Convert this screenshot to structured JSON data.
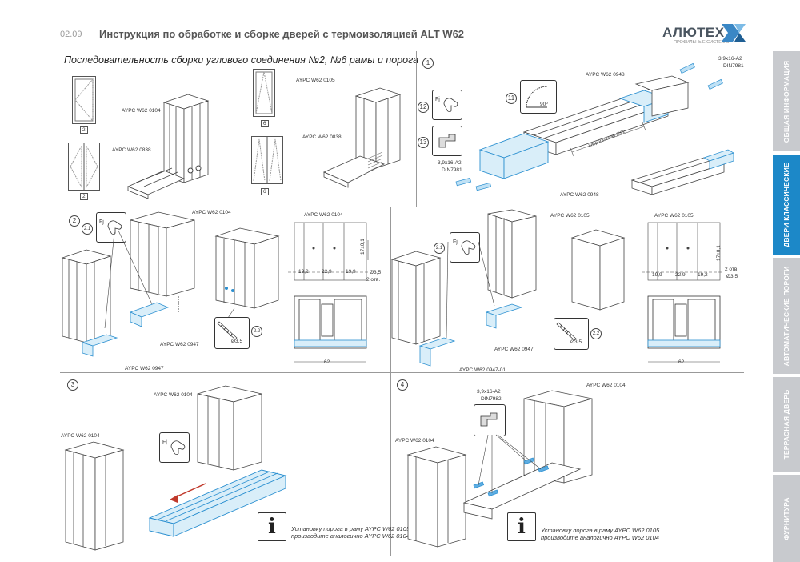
{
  "header": {
    "page": "02.09",
    "title": "Инструкция по обработке и сборке дверей с термоизоляцией ALT W62",
    "logo": "АЛЮТЕХ",
    "logo_sub": "ПРОФИЛЬНЫЕ СИСТЕМЫ"
  },
  "tabs": [
    {
      "label": "ОБЩАЯ ИНФОРМАЦИЯ",
      "color": "#c8cace"
    },
    {
      "label": "ДВЕРИ КЛАССИЧЕСКИЕ",
      "color": "#1c88c8"
    },
    {
      "label": "АВТОМАТИЧЕСКИЕ ПОРОГИ",
      "color": "#c8cace"
    },
    {
      "label": "ТЕРРАСНАЯ ДВЕРЬ",
      "color": "#c8cace"
    },
    {
      "label": "ФУРНИТУРА",
      "color": "#c8cace"
    }
  ],
  "section_title": "Последовательность сборки углового соединения №2, №6 рамы и порога",
  "steps": {
    "s1": "1",
    "s2": "2",
    "s3": "3",
    "s4": "4",
    "s21": "2.1",
    "s21b": "2.1",
    "s22": "2.2",
    "s22b": "2.2",
    "s11": "11",
    "s12": "12",
    "s13": "13"
  },
  "window_ids": {
    "a": "2",
    "b": "2",
    "c": "6",
    "d": "6"
  },
  "labels": {
    "p0104": "AYPC W62 0104",
    "p0838": "AYPC W62 0838",
    "p0105": "AYPC W62 0105",
    "p0948": "AYPC W62 0948",
    "p0947": "AYPC W62 0947",
    "p0947_01": "AYPC W62 0947-01",
    "screw1": "3,9х16-A2",
    "din1": "DIN7981",
    "screw2": "3,9х16-A2",
    "din2": "DIN7981",
    "screw3": "3,9х16-A2",
    "din3": "DIN7982",
    "angle": "90º",
    "length": "Lпорога=Lнар-2*62",
    "fj": "Fj"
  },
  "dims": {
    "d192": "19,2",
    "d229": "22,9",
    "d199": "19,9",
    "d17": "17±0,1",
    "d35": "Ø3,5",
    "d2otv": "2 отв.",
    "d62": "62",
    "drill": "Ø3,5"
  },
  "notes": {
    "n1_line1": "Установку порога в раму AYPC W62 0105",
    "n1_line2": "производите аналогично AYPC W62 0104",
    "n2_line1": "Установку порога в раму AYPC W62 0105",
    "n2_line2": "производите аналогично AYPC W62 0104"
  }
}
